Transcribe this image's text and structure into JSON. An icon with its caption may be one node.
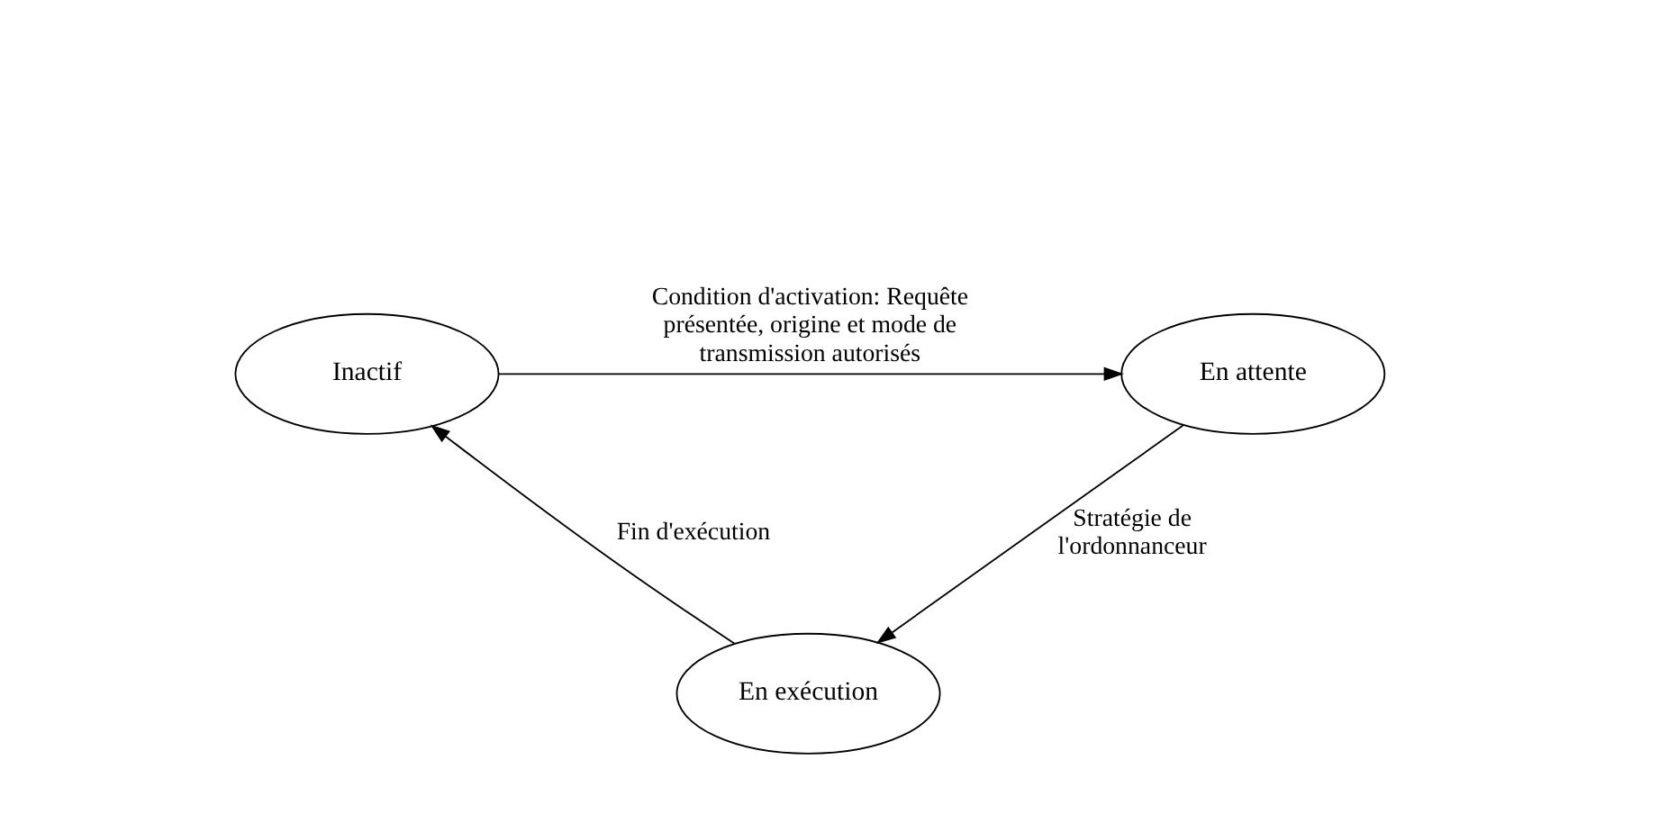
{
  "diagram": {
    "nodes": [
      {
        "text": [
          "Inactif"
        ]
      },
      {
        "text": [
          "En attente"
        ]
      },
      {
        "text": [
          "En exécution"
        ]
      }
    ],
    "edges": [
      {
        "from": 0,
        "to": 1,
        "arrow": "to",
        "label": "Condition d'activation: Requête présentée, origine et mode de transmission autorisés"
      },
      {
        "from": 1,
        "to": 2,
        "arrow": "to",
        "label": "Stratégie de l'ordonnanceur"
      },
      {
        "from": 2,
        "to": 0,
        "arrow": "to",
        "label": "Fin d'exécution"
      }
    ]
  }
}
